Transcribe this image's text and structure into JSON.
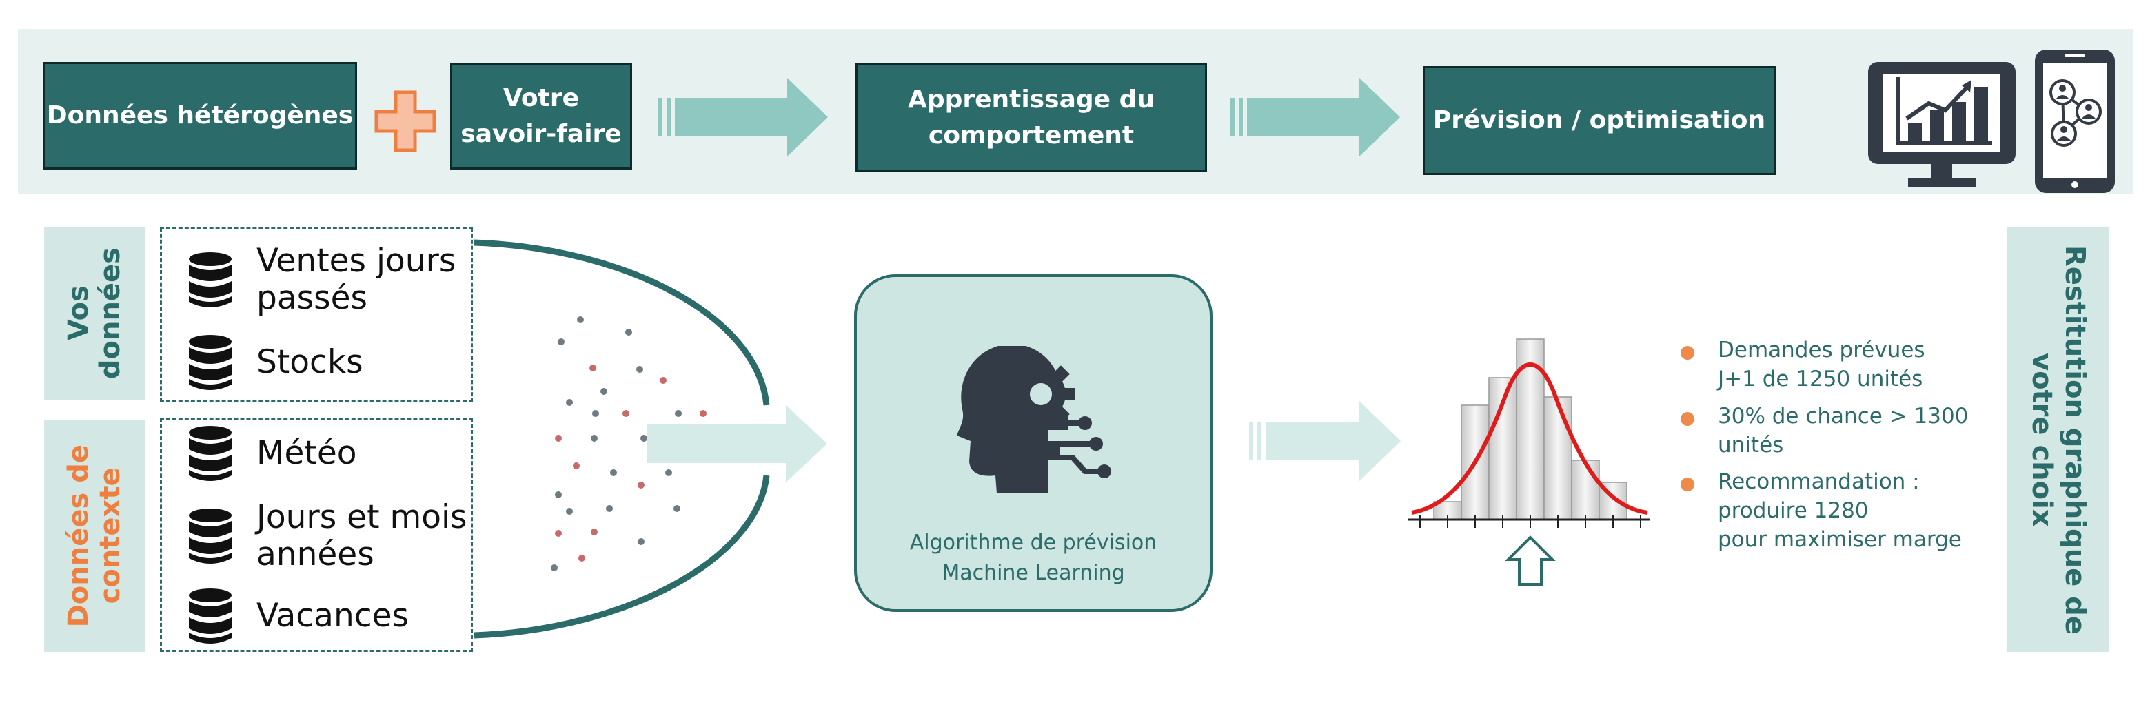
{
  "pipeline": {
    "box1": "Données hétérogènes",
    "box2_line1": "Votre",
    "box2_line2": "savoir-faire",
    "box3_line1": "Apprentissage du",
    "box3_line2": "comportement",
    "box4": "Prévision / optimisation"
  },
  "sections": {
    "vos_donnees_line1": "Vos",
    "vos_donnees_line2": "données",
    "contexte_line1": "Données de",
    "contexte_line2": "contexte",
    "restitution_line1": "Restitution graphique de",
    "restitution_line2": "votre choix"
  },
  "data_items": {
    "ventes_line1": "Ventes jours",
    "ventes_line2": "passés",
    "stocks": "Stocks",
    "meteo": "Météo",
    "jours_line1": "Jours et mois",
    "jours_line2": "années",
    "vacances": "Vacances"
  },
  "algorithm": {
    "line1": "Algorithme de prévision",
    "line2": "Machine Learning"
  },
  "results": {
    "b1_line1": "Demandes  prévues",
    "b1_line2": "J+1 de 1250 unités",
    "b2_line1": "30% de chance > 1300",
    "b2_line2": "unités",
    "b3_line1": "Recommandation :",
    "b3_line2": "produire 1280",
    "b3_line3": "pour maximiser marge"
  },
  "colors": {
    "dark_teal": "#2b6b6a",
    "light_teal": "#8ec8c0",
    "pale_teal": "#d3e8e4",
    "orange": "#f08a4b",
    "curve_red": "#e01b1b"
  },
  "icons": [
    "plus-icon",
    "monitor-chart-icon",
    "smartphone-network-icon",
    "database-icon",
    "ai-head-gear-icon",
    "up-arrow-icon"
  ]
}
